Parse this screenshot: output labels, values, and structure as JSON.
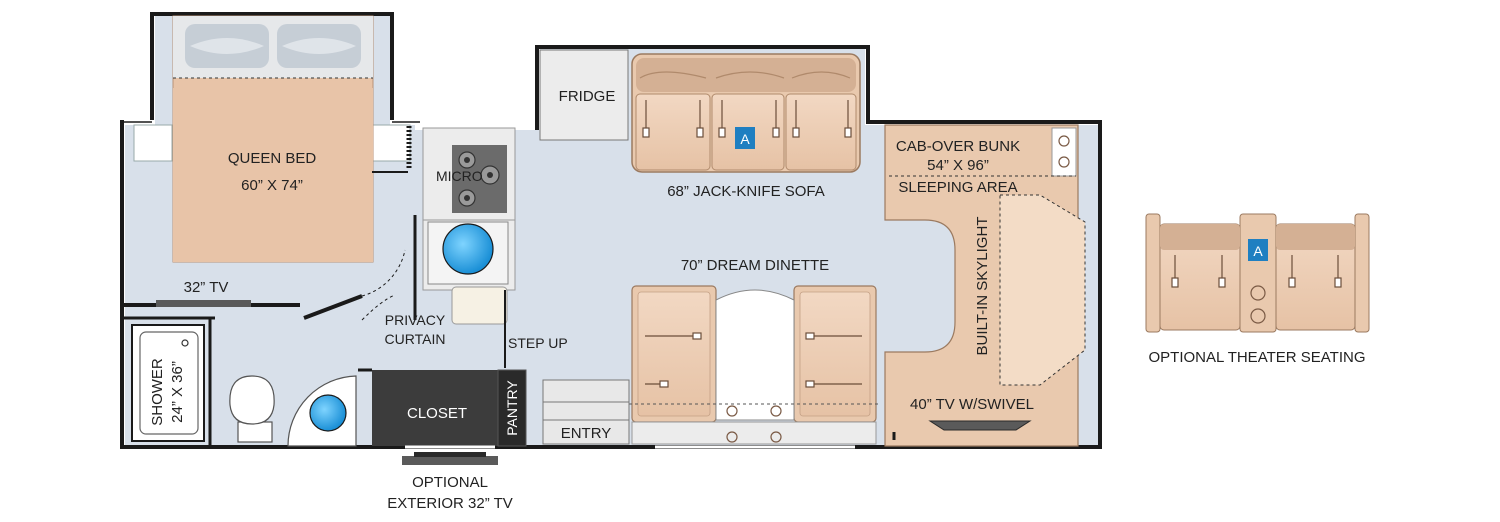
{
  "labels": {
    "queen_bed_line1": "QUEEN BED",
    "queen_bed_line2": "60” X 74”",
    "micro": "MICRO",
    "fridge": "FRIDGE",
    "sofa": "68” JACK-KNIFE SOFA",
    "cab_over_line1": "CAB-OVER BUNK",
    "cab_over_line2": "54” X 96”",
    "sleeping_area": "SLEEPING AREA",
    "skylight": "BUILT-IN SKYLIGHT",
    "dinette": "70” DREAM DINETTE",
    "tv_32": "32” TV",
    "privacy_line1": "PRIVACY",
    "privacy_line2": "CURTAIN",
    "step_up": "STEP UP",
    "shower_line1": "SHOWER",
    "shower_line2": "24” X 36”",
    "closet": "CLOSET",
    "pantry": "PANTRY",
    "entry": "ENTRY",
    "tv_40": "40” TV W/SWIVEL",
    "ext_tv_line1": "OPTIONAL",
    "ext_tv_line2": "EXTERIOR 32” TV",
    "theater_caption": "OPTIONAL THEATER SEATING",
    "sofa_badge": "A",
    "theater_badge": "A"
  },
  "colors": {
    "wall": "#1a1a1a",
    "floor": "#d8e0ea",
    "furniture": "#e9c9ae",
    "furniture_dark": "#c9a78b",
    "cabinet": "#ececec",
    "closet": "#3c3c3c",
    "badge": "#1f7fc1",
    "sink": "#1ea3e6"
  }
}
